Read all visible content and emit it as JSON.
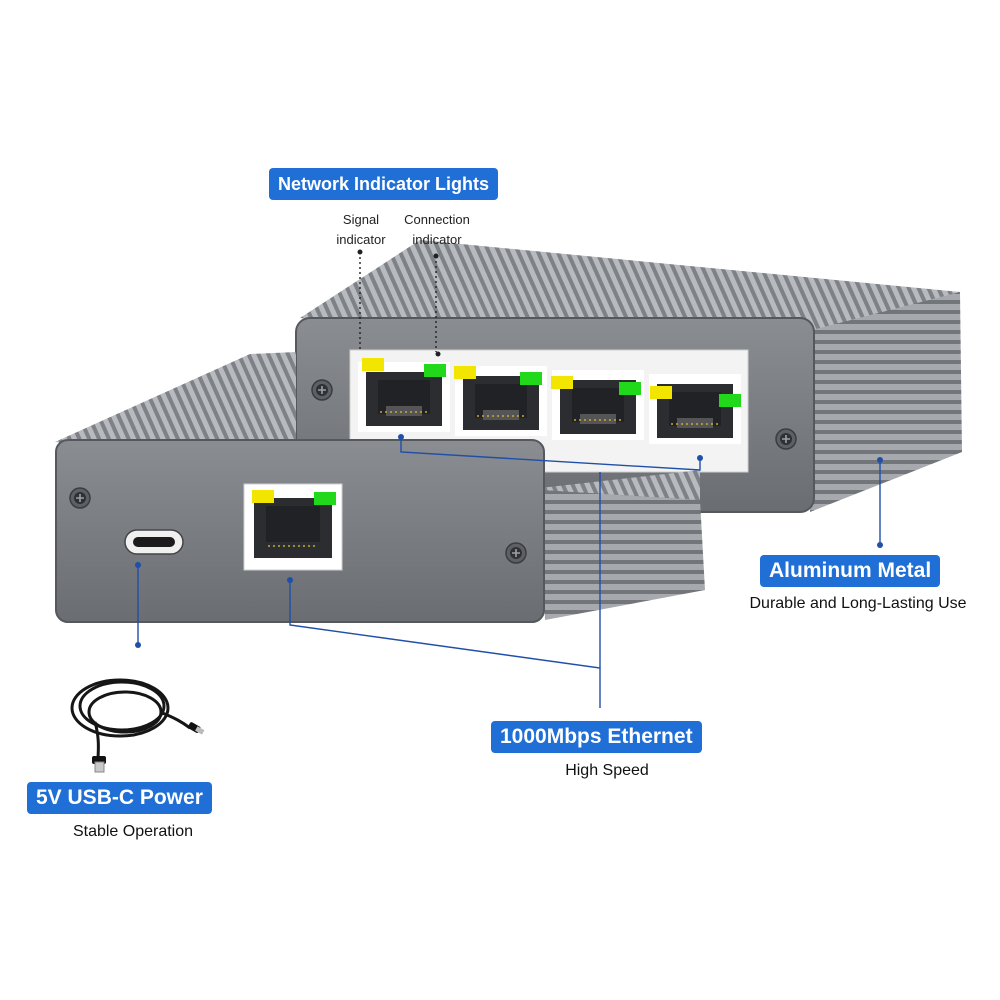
{
  "callouts": {
    "indicator": {
      "title": "Network Indicator Lights",
      "signal": [
        "Signal",
        "indicator"
      ],
      "connection": [
        "Connection",
        "indicator"
      ]
    },
    "aluminum": {
      "title": "Aluminum Metal",
      "caption": "Durable and Long-Lasting Use"
    },
    "ethernet": {
      "title": "1000Mbps Ethernet",
      "caption": "High Speed"
    },
    "usb": {
      "title": "5V USB-C Power",
      "caption": "Stable Operation"
    }
  },
  "colors": {
    "accent": "#1f6fd6",
    "led_yellow": "#f2e600",
    "led_green": "#22d81a",
    "body_gray": "#7c7f84"
  },
  "icons": [
    "screw-icon",
    "usb-c-port-icon",
    "rj45-port-icon",
    "usb-cable-icon"
  ]
}
